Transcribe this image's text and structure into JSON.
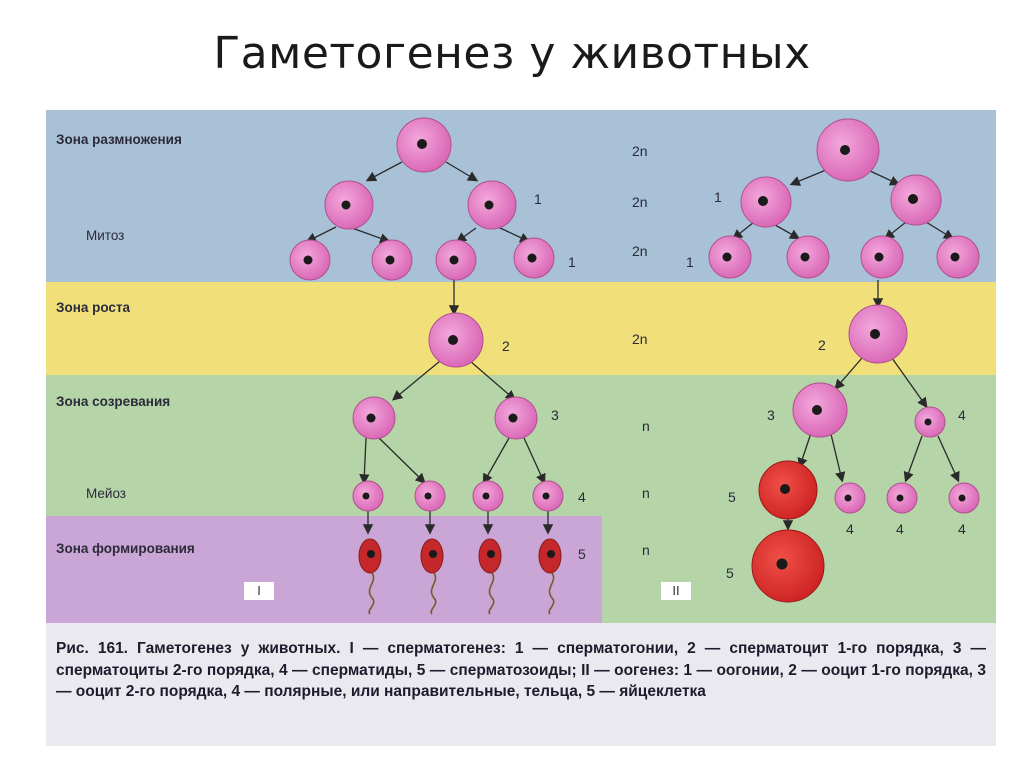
{
  "slide": {
    "title": "Гаметогенез у животных"
  },
  "zones": {
    "reproduction": "Зона размножения",
    "mitosis": "Митоз",
    "growth": "Зона роста",
    "maturation": "Зона созревания",
    "meiosis": "Мейоз",
    "formation": "Зона формирования"
  },
  "ploidy": {
    "p1": "2n",
    "p2": "2n",
    "p3": "2n",
    "p4": "2n",
    "p5": "n",
    "p6": "n",
    "p7": "n"
  },
  "roman": {
    "left": "I",
    "right": "II"
  },
  "labels": {
    "l_sg": "1",
    "l_sg2": "1",
    "l_sc1": "2",
    "l_sc2": "3",
    "l_st": "4",
    "l_sz": "5",
    "r_og1": "1",
    "r_og2": "1",
    "r_oc1": "2",
    "r_oc2": "3",
    "r_pb1": "4",
    "r_pb2": "4",
    "r_pb3": "4",
    "r_pb4": "4",
    "r_egg1": "5",
    "r_egg2": "5"
  },
  "caption": {
    "fig": "Рис. 161.",
    "text": "Гаметогенез у животных. I — сперматогенез: 1 — сперматогонии, 2 — сперматоцит 1-го порядка, 3 — сперматоциты 2-го порядка, 4 — сперматиды, 5 — сперматозоиды; II — оогенез: 1 — оогонии, 2 — ооцит 1-го порядка, 3 — ооцит 2-го порядка, 4 — полярные, или направительные, тельца, 5 — яйцеклетка"
  },
  "colors": {
    "cell": "#e07ac0",
    "nucleus": "#1a1a1a",
    "egg": "#e0302c",
    "arrow": "#2a2a2a"
  }
}
